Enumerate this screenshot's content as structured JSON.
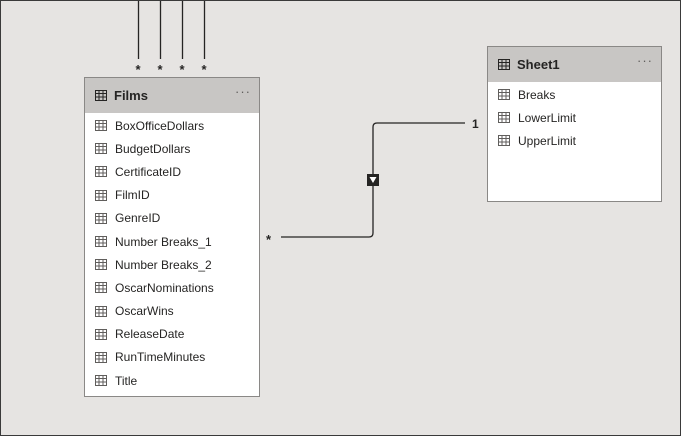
{
  "tables": {
    "films": {
      "title": "Films",
      "menu": "···",
      "fields": [
        "BoxOfficeDollars",
        "BudgetDollars",
        "CertificateID",
        "FilmID",
        "GenreID",
        "Number Breaks_1",
        "Number Breaks_2",
        "OscarNominations",
        "OscarWins",
        "ReleaseDate",
        "RunTimeMinutes",
        "Title"
      ]
    },
    "sheet1": {
      "title": "Sheet1",
      "menu": "···",
      "fields": [
        "Breaks",
        "LowerLimit",
        "UpperLimit"
      ]
    }
  },
  "relationships": {
    "top_many_markers": [
      "*",
      "*",
      "*",
      "*"
    ],
    "films_sheet1": {
      "from_cardinality": "*",
      "to_cardinality": "1"
    }
  },
  "icons": {
    "table": "table-grid-icon",
    "field": "field-table-icon",
    "filter_direction": "filter-direction-icon"
  }
}
